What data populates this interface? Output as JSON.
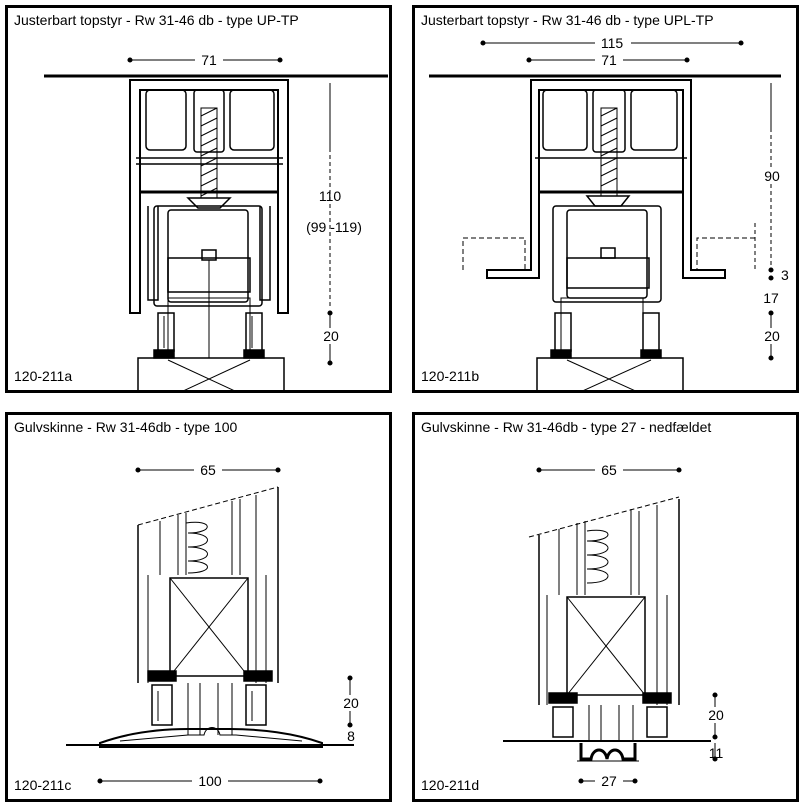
{
  "panels": [
    {
      "title": "Justerbart topstyr - Rw 31-46 db - type UP-TP",
      "code": "120-211a",
      "dims": {
        "width": "71",
        "height": "110",
        "range": "(99 -119)",
        "gap": "20"
      }
    },
    {
      "title": "Justerbart topstyr - Rw 31-46 db - type UPL-TP",
      "code": "120-211b",
      "dims": {
        "outer": "115",
        "width": "71",
        "height": "90",
        "a": "3",
        "b": "17",
        "gap": "20"
      }
    },
    {
      "title": "Gulvskinne - Rw 31-46db - type 100",
      "code": "120-211c",
      "dims": {
        "width": "65",
        "base": "100",
        "gap": "20",
        "thick": "8"
      }
    },
    {
      "title": "Gulvskinne - Rw 31-46db - type 27 - nedfældet",
      "code": "120-211d",
      "dims": {
        "width": "65",
        "channel": "27",
        "gap": "20",
        "depth": "11"
      }
    }
  ]
}
